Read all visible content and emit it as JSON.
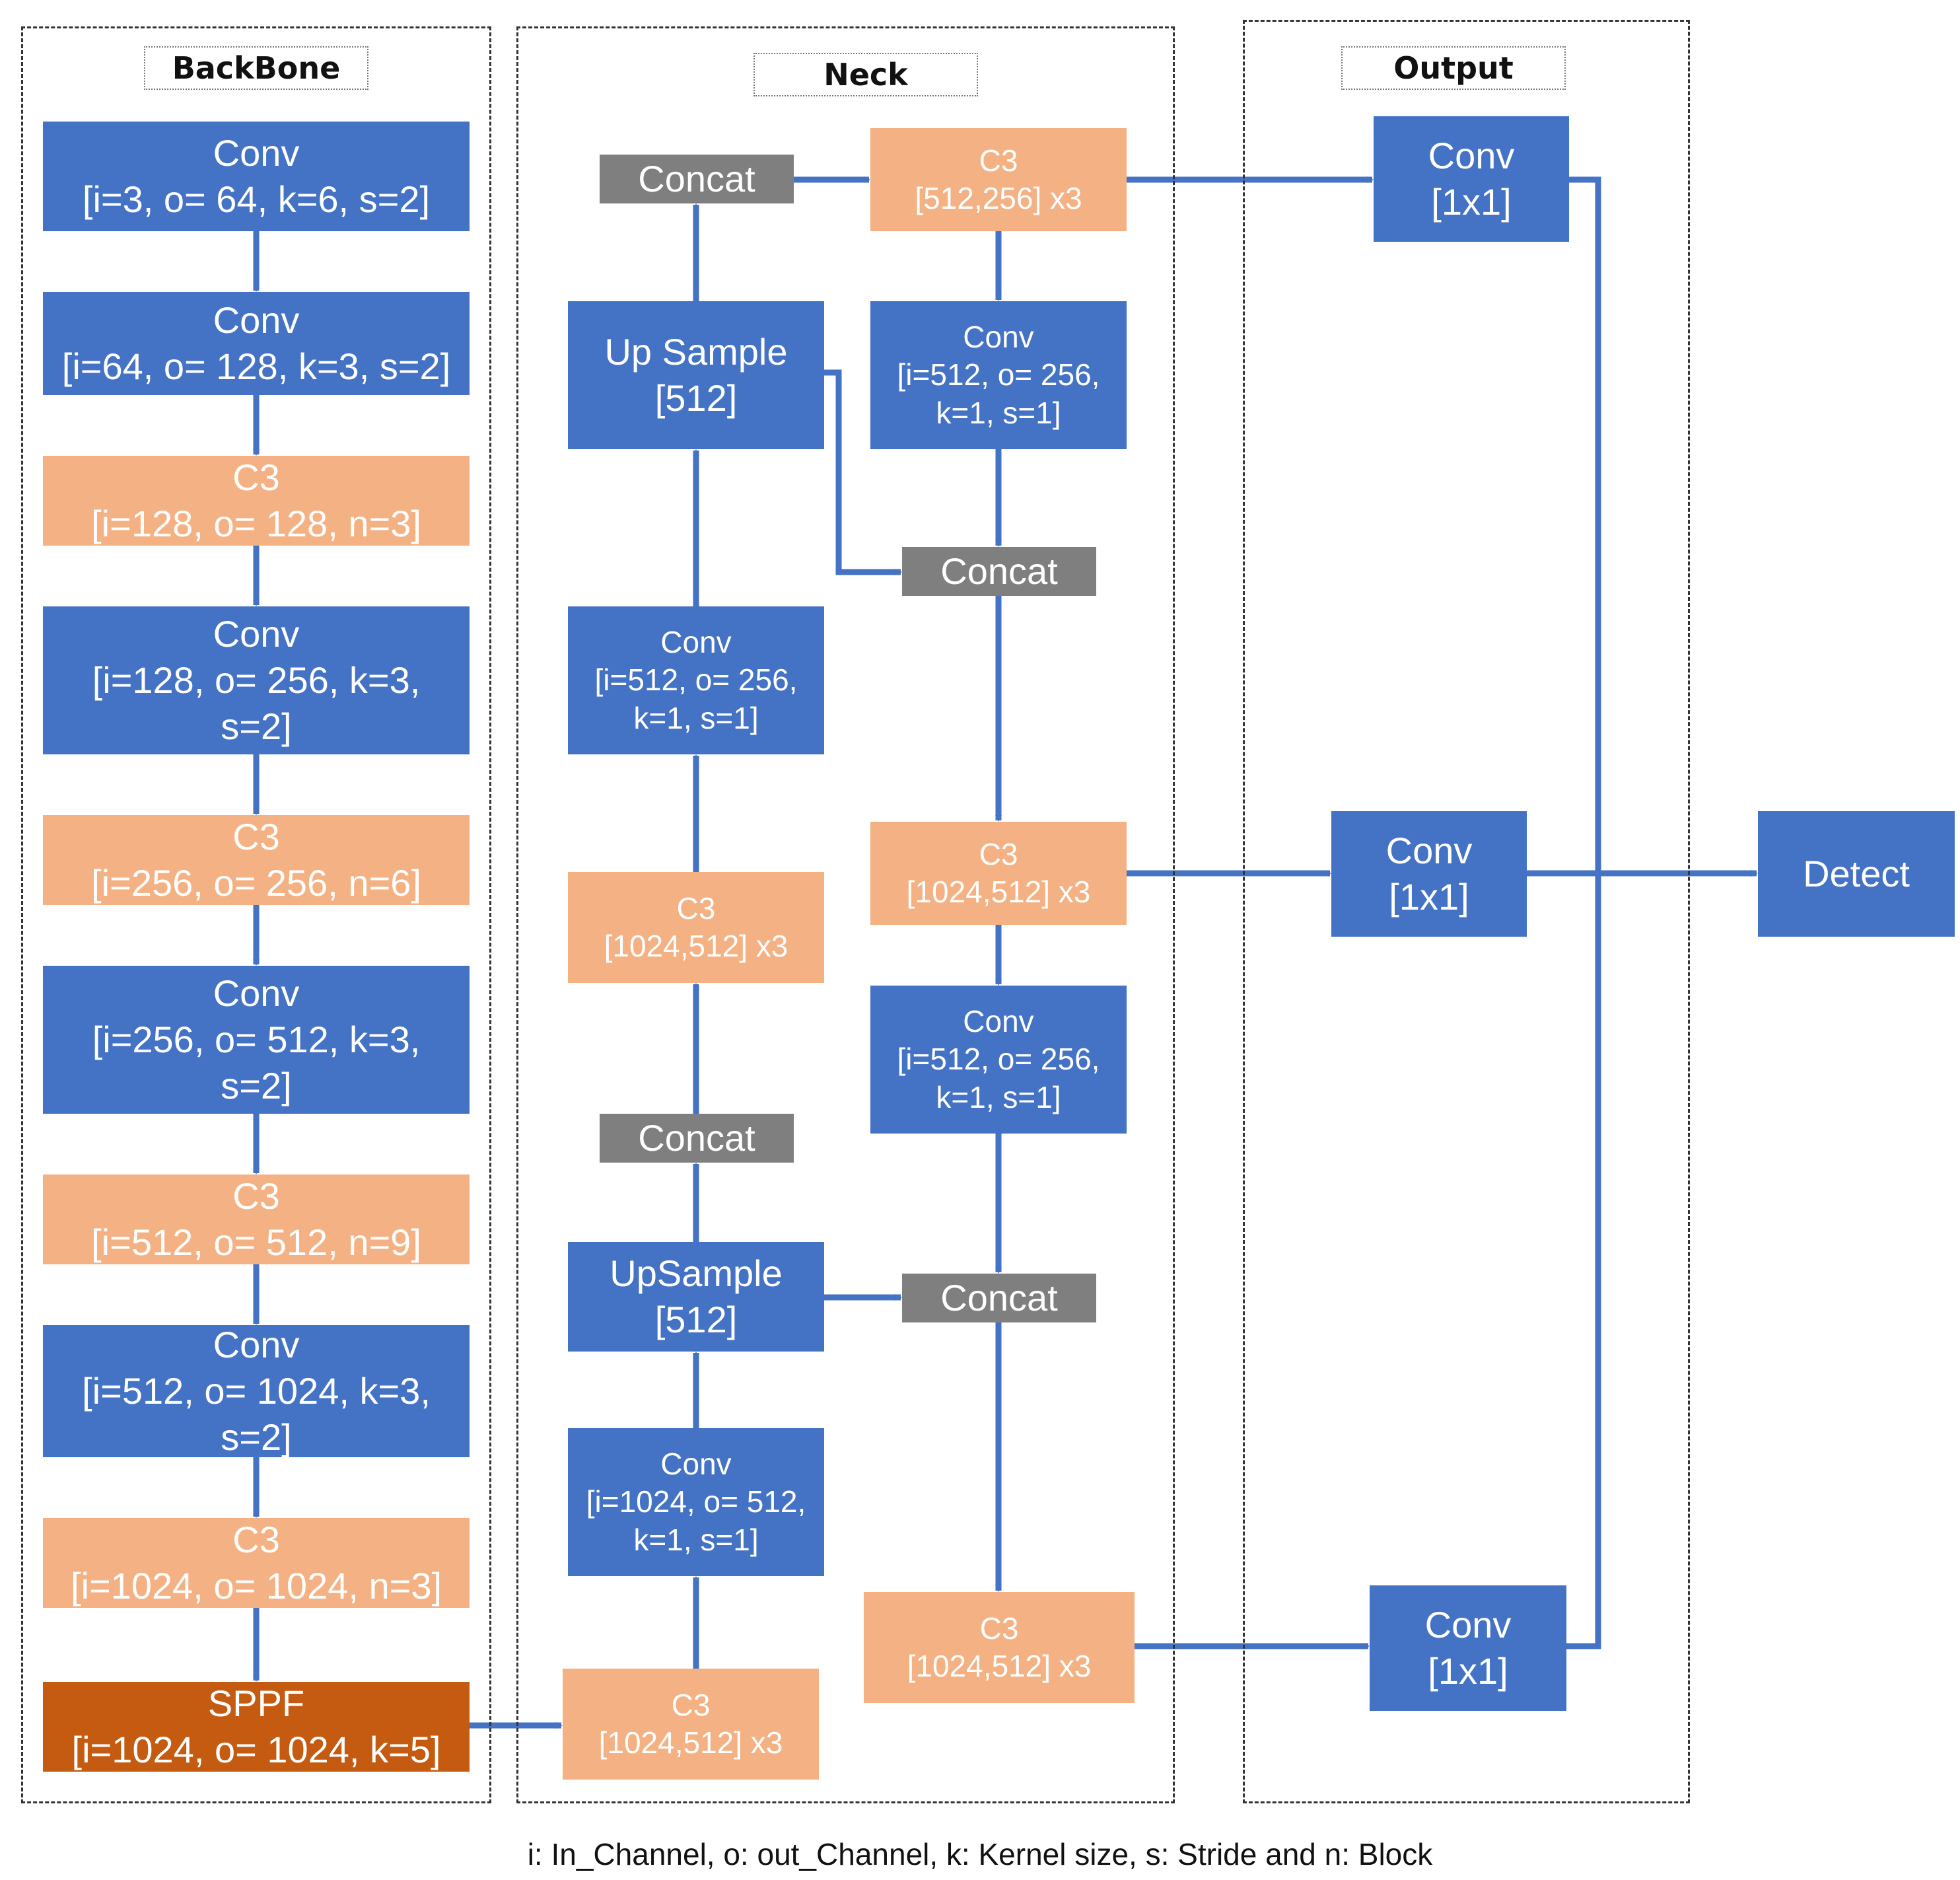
{
  "sections": {
    "backbone": "BackBone",
    "neck": "Neck",
    "output": "Output"
  },
  "backbone": [
    {
      "line1": "Conv",
      "line2": "[i=3, o= 64, k=6, s=2]",
      "line3": ""
    },
    {
      "line1": "Conv",
      "line2": "[i=64, o= 128, k=3, s=2]",
      "line3": ""
    },
    {
      "line1": "C3",
      "line2": "[i=128, o= 128, n=3]",
      "line3": ""
    },
    {
      "line1": "Conv",
      "line2": "[i=128, o= 256, k=3,",
      "line3": "s=2]"
    },
    {
      "line1": "C3",
      "line2": "[i=256, o= 256, n=6]",
      "line3": ""
    },
    {
      "line1": "Conv",
      "line2": "[i=256, o= 512, k=3,",
      "line3": "s=2]"
    },
    {
      "line1": "C3",
      "line2": "[i=512, o= 512, n=9]",
      "line3": ""
    },
    {
      "line1": "Conv",
      "line2": "[i=512, o= 1024, k=3,",
      "line3": "s=2]"
    },
    {
      "line1": "C3",
      "line2": "[i=1024, o= 1024, n=3]",
      "line3": ""
    },
    {
      "line1": "SPPF",
      "line2": "[i=1024, o= 1024, k=5]",
      "line3": ""
    }
  ],
  "neck_left": [
    {
      "line1": "Concat",
      "line2": "",
      "line3": ""
    },
    {
      "line1": "Up Sample",
      "line2": "[512]",
      "line3": ""
    },
    {
      "line1": "Conv",
      "line2": "[i=512, o= 256,",
      "line3": "k=1, s=1]"
    },
    {
      "line1": "C3",
      "line2": "[1024,512] x3",
      "line3": ""
    },
    {
      "line1": "Concat",
      "line2": "",
      "line3": ""
    },
    {
      "line1": "UpSample",
      "line2": "[512]",
      "line3": ""
    },
    {
      "line1": "Conv",
      "line2": "[i=1024, o= 512,",
      "line3": "k=1, s=1]"
    },
    {
      "line1": "C3",
      "line2": "[1024,512] x3",
      "line3": ""
    }
  ],
  "neck_right": [
    {
      "line1": "C3",
      "line2": "[512,256] x3",
      "line3": ""
    },
    {
      "line1": "Conv",
      "line2": "[i=512, o= 256,",
      "line3": "k=1, s=1]"
    },
    {
      "line1": "Concat",
      "line2": "",
      "line3": ""
    },
    {
      "line1": "C3",
      "line2": "[1024,512] x3",
      "line3": ""
    },
    {
      "line1": "Conv",
      "line2": "[i=512, o= 256,",
      "line3": "k=1, s=1]"
    },
    {
      "line1": "Concat",
      "line2": "",
      "line3": ""
    },
    {
      "line1": "C3",
      "line2": "[1024,512] x3",
      "line3": ""
    }
  ],
  "output": [
    {
      "line1": "Conv",
      "line2": "[1x1]"
    },
    {
      "line1": "Conv",
      "line2": "[1x1]"
    },
    {
      "line1": "Conv",
      "line2": "[1x1]"
    }
  ],
  "detect": "Detect",
  "legend": "i: In_Channel, o: out_Channel, k: Kernel size, s: Stride and n: Block",
  "colors": {
    "conv": "#4472c4",
    "c3": "#f4b183",
    "sppf": "#c55a11",
    "concat": "#7f7f7f",
    "arrow": "#4472c4"
  }
}
